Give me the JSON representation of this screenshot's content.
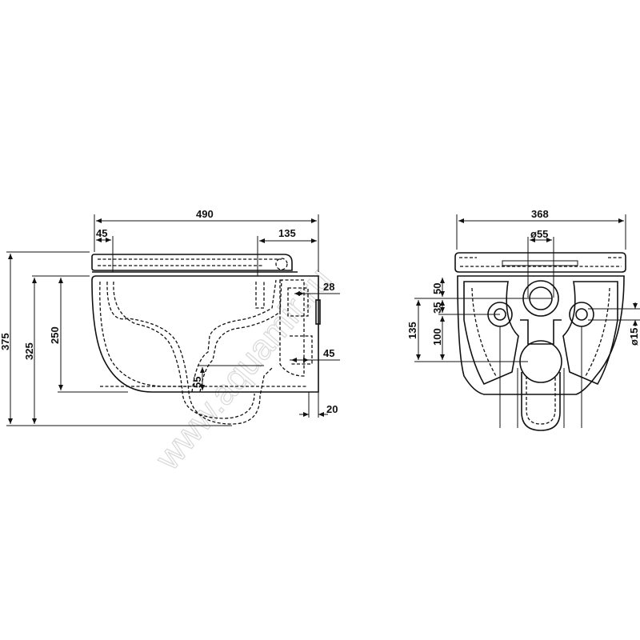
{
  "watermark": "www.aquamir.ru",
  "side_view": {
    "dimensions": {
      "overall_length": "490",
      "seat_front_offset": "45",
      "rear_offset": "135",
      "overall_height": "375",
      "bowl_height": "325",
      "bowl_depth": "250",
      "outlet_height": "55",
      "inlet_offset": "28",
      "outlet_offset": "45",
      "wall_gap": "20"
    }
  },
  "rear_view": {
    "dimensions": {
      "overall_width": "368",
      "inlet_diameter": "ø55",
      "top_to_inlet": "50",
      "inlet_to_bolts": "35",
      "bolts_to_outlet": "100",
      "inlet_to_outlet": "135",
      "bolt_diameter": "ø15"
    }
  },
  "colors": {
    "line": "#111111",
    "watermark": "#d8d8d8",
    "background": "#ffffff"
  }
}
